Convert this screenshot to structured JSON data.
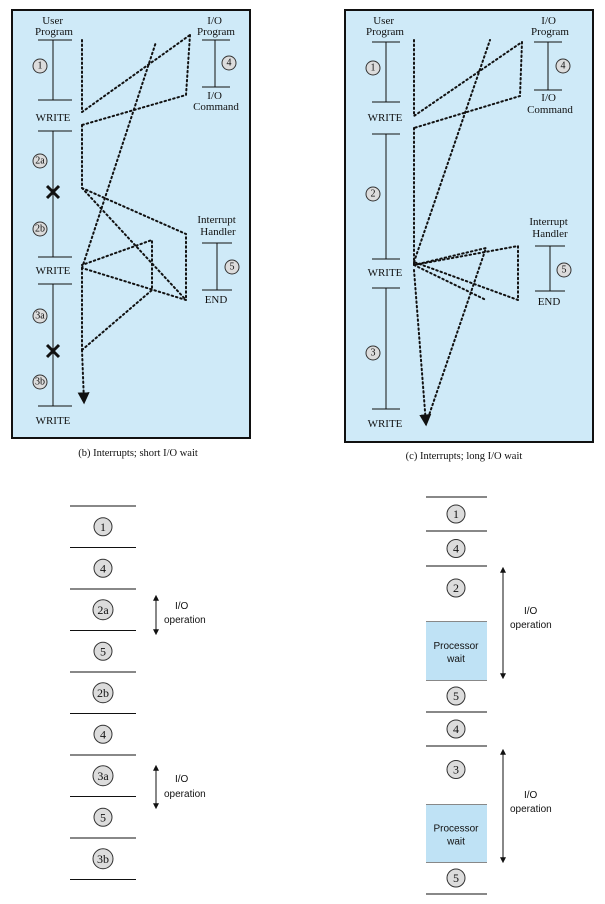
{
  "panel_b": {
    "user_program_label": "User\nProgram",
    "io_program_label": "I/O\nProgram",
    "io_command_label": "I/O\nCommand",
    "interrupt_handler_label": "Interrupt\nHandler",
    "write_labels": [
      "WRITE",
      "WRITE",
      "WRITE"
    ],
    "end_label": "END",
    "segments": [
      "1",
      "2a",
      "2b",
      "3a",
      "3b"
    ],
    "io_segment": "4",
    "handler_segment": "5",
    "caption": "(b) Interrupts; short I/O wait"
  },
  "panel_c": {
    "user_program_label": "User\nProgram",
    "io_program_label": "I/O\nProgram",
    "io_command_label": "I/O\nCommand",
    "interrupt_handler_label": "Interrupt\nHandler",
    "write_labels": [
      "WRITE",
      "WRITE",
      "WRITE"
    ],
    "end_label": "END",
    "segments": [
      "1",
      "2",
      "3"
    ],
    "io_segment": "4",
    "handler_segment": "5",
    "caption": "(c) Interrupts; long I/O wait"
  },
  "timeline_b": {
    "steps": [
      "1",
      "4",
      "2a",
      "5",
      "2b",
      "4",
      "3a",
      "5",
      "3b"
    ],
    "io_label": "I/O\noperation"
  },
  "timeline_c": {
    "steps": [
      "1",
      "4",
      "2",
      "Processor\nwait",
      "5",
      "4",
      "3",
      "Processor\nwait",
      "5"
    ],
    "io_label": "I/O\noperation"
  },
  "colors": {
    "panel_fill": "#cfeaf8",
    "wait_fill": "#bfe2f5"
  }
}
